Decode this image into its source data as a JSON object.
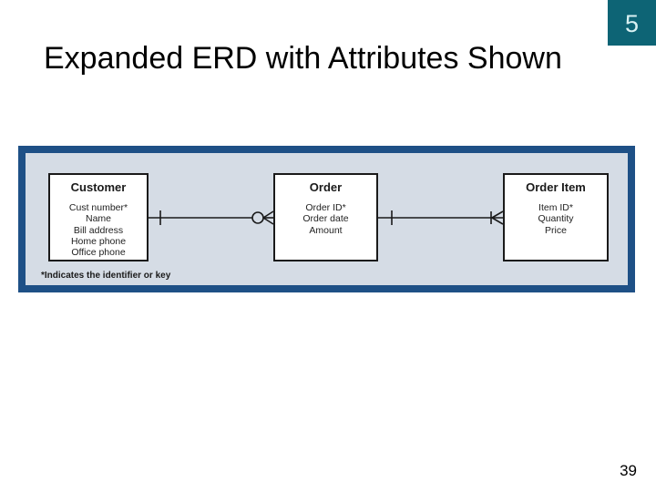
{
  "slide": {
    "badge_number": "5",
    "title": "Expanded ERD with Attributes Shown",
    "page_number": "39"
  },
  "diagram": {
    "entities": [
      {
        "name": "Customer",
        "attributes": [
          "Cust number*",
          "Name",
          "Bill address",
          "Home phone",
          "Office phone"
        ]
      },
      {
        "name": "Order",
        "attributes": [
          "Order ID*",
          "Order date",
          "Amount"
        ]
      },
      {
        "name": "Order Item",
        "attributes": [
          "Item ID*",
          "Quantity",
          "Price"
        ]
      }
    ],
    "relationships": [
      {
        "from": "Customer",
        "to": "Order",
        "from_cardinality": "one",
        "to_cardinality": "zero-or-many"
      },
      {
        "from": "Order",
        "to": "Order Item",
        "from_cardinality": "one",
        "to_cardinality": "one-or-many"
      }
    ],
    "footnote": "*Indicates the identifier or key"
  },
  "colors": {
    "frame_border": "#1e5086",
    "panel_bg": "#d5dce5",
    "badge_bg": "#0d6475",
    "badge_text": "#d9f1f2",
    "ink": "#1a1a1a",
    "title_color": "#000000"
  }
}
